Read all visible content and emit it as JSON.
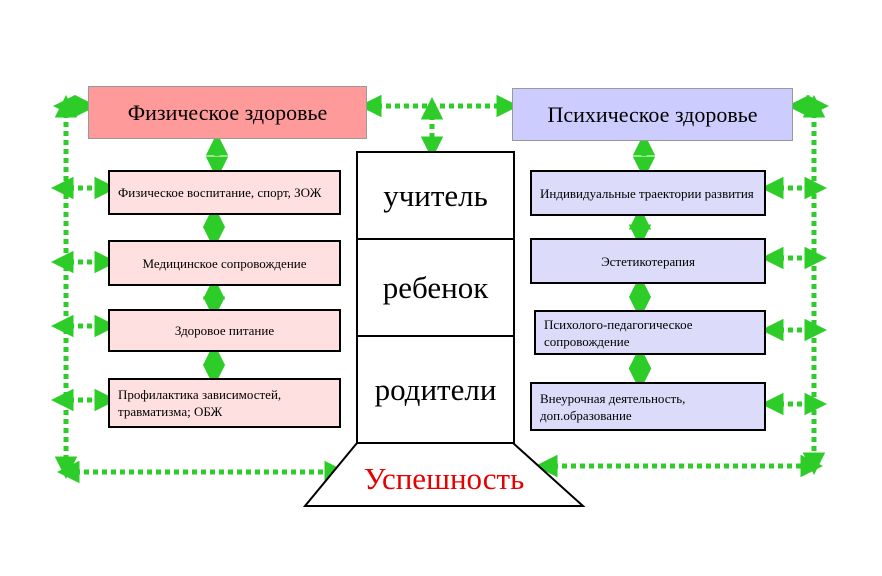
{
  "colors": {
    "arrow": "#2ecc28",
    "physical_header": "#ff9a9a",
    "physical_item": "#ffe0e0",
    "mental_header": "#ccccff",
    "mental_item": "#dcdcfa",
    "success_text": "#e60000"
  },
  "physical": {
    "title": "Физическое здоровье",
    "items": [
      "Физическое воспитание, спорт, ЗОЖ",
      "Медицинское сопровождение",
      "Здоровое питание",
      "Профилактика зависимостей, травматизма; ОБЖ"
    ]
  },
  "mental": {
    "title": "Психическое здоровье",
    "items": [
      "Индивидуальные траектории развития",
      "Эстетикотерапия",
      "Психолого-педагогическое сопровождение",
      "Внеурочная деятельность, доп.образование"
    ]
  },
  "center": {
    "levels": [
      "учитель",
      "ребенок",
      "родители"
    ],
    "base": "Успешность"
  }
}
